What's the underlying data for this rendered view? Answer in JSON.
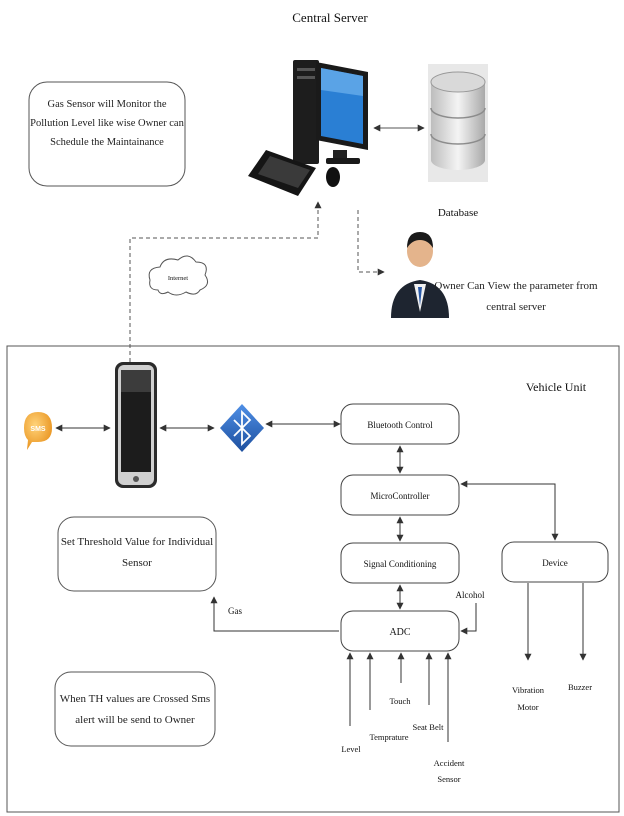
{
  "central_server": {
    "title": "Central Server",
    "database_label": "Database"
  },
  "notes": {
    "gas_monitor": [
      "Gas Sensor will Monitor the",
      "Pollution Level like wise Owner can",
      "Schedule the Maintainance"
    ],
    "owner_view": [
      "Owner Can View the parameter from",
      "central server"
    ],
    "threshold": [
      "Set Threshold Value for Individual",
      "Sensor"
    ],
    "sms_alert": [
      "When TH values are Crossed Sms",
      "alert will be send to Owner"
    ]
  },
  "cloud_label": "Internet",
  "sms_label": "SMS",
  "vehicle_unit": {
    "title": "Vehicle Unit"
  },
  "blocks": {
    "bluetooth": "Bluetooth Control",
    "micro": "MicroController",
    "signal": "Signal Conditioning",
    "adc": "ADC",
    "device": "Device"
  },
  "sensors": {
    "gas": "Gas",
    "alcohol": "Alcohol",
    "level": "Level",
    "temperature": "Temprature",
    "touch": "Touch",
    "seat_belt": "Seat Belt",
    "accident": [
      "Accident",
      "Sensor"
    ]
  },
  "outputs": {
    "vibration": [
      "Vibration",
      "Motor"
    ],
    "buzzer": "Buzzer"
  },
  "colors": {
    "box_stroke": "#444444",
    "arrow": "#333333",
    "bluetooth": "#2f6cc9",
    "sms": "#f0a020"
  }
}
